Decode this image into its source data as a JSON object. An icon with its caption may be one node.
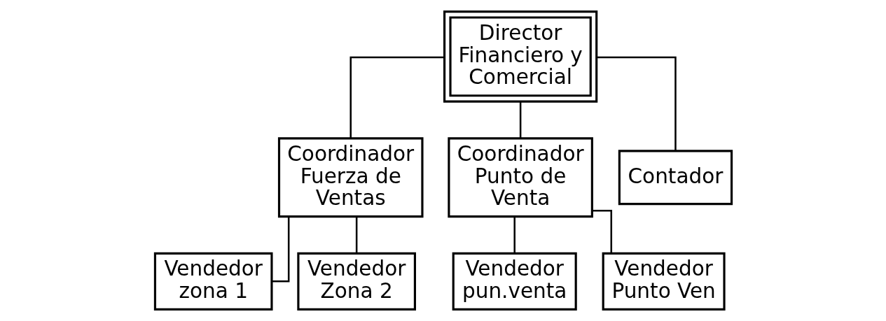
{
  "diagram": {
    "nodes": [
      {
        "text": [
          "Director Financiero y Comercial"
        ]
      },
      {
        "text": [
          "Coordinador Fuerza de Ventas"
        ]
      },
      {
        "text": [
          "Coordinador Punto de Venta"
        ]
      },
      {
        "text": [
          "Contador"
        ]
      },
      {
        "text": [
          "Vendedor zona 1"
        ]
      },
      {
        "text": [
          "Vendedor Zona 2"
        ]
      },
      {
        "text": [
          "Vendedor pun.venta"
        ]
      },
      {
        "text": [
          "Vendedor Punto Ven"
        ]
      }
    ],
    "edges": [
      {
        "from": 0,
        "to": 1,
        "arrow": "none"
      },
      {
        "from": 0,
        "to": 2,
        "arrow": "none"
      },
      {
        "from": 0,
        "to": 3,
        "arrow": "none"
      },
      {
        "from": 1,
        "to": 4,
        "arrow": "none"
      },
      {
        "from": 1,
        "to": 5,
        "arrow": "none"
      },
      {
        "from": 2,
        "to": 6,
        "arrow": "none"
      },
      {
        "from": 2,
        "to": 7,
        "arrow": "none"
      }
    ]
  }
}
